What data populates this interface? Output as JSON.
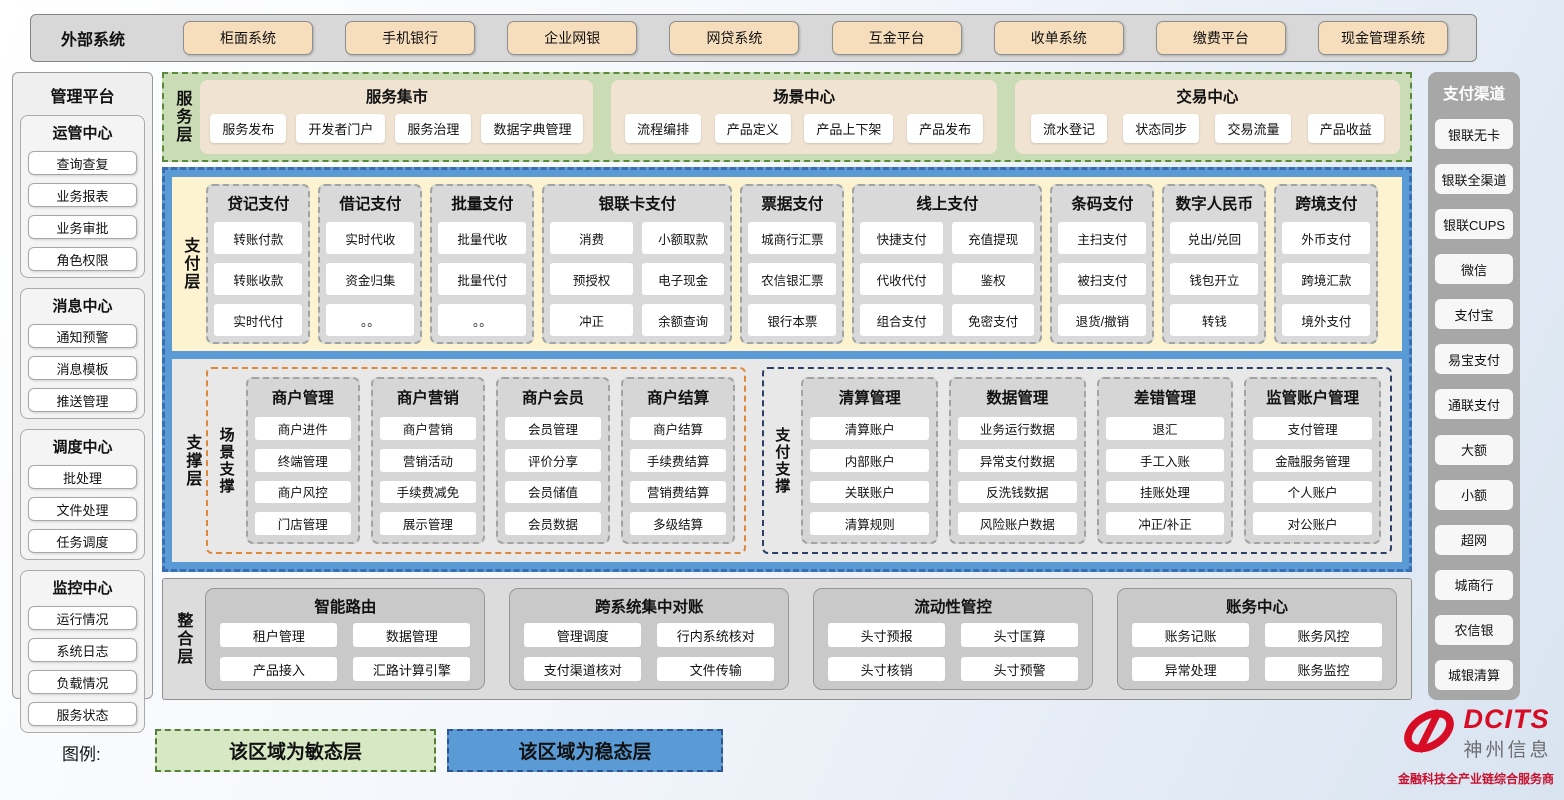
{
  "external_systems": {
    "label": "外部系统",
    "items": [
      "柜面系统",
      "手机银行",
      "企业网银",
      "网贷系统",
      "互金平台",
      "收单系统",
      "缴费平台",
      "现金管理系统"
    ]
  },
  "management_platform": {
    "title": "管理平台",
    "sections": [
      {
        "title": "运管中心",
        "items": [
          "查询查复",
          "业务报表",
          "业务审批",
          "角色权限"
        ]
      },
      {
        "title": "消息中心",
        "items": [
          "通知预警",
          "消息模板",
          "推送管理"
        ]
      },
      {
        "title": "调度中心",
        "items": [
          "批处理",
          "文件处理",
          "任务调度"
        ]
      },
      {
        "title": "监控中心",
        "items": [
          "运行情况",
          "系统日志",
          "负载情况",
          "服务状态"
        ]
      }
    ]
  },
  "service_layer": {
    "label": "服务层",
    "groups": [
      {
        "title": "服务集市",
        "items": [
          "服务发布",
          "开发者门户",
          "服务治理",
          "数据字典管理"
        ]
      },
      {
        "title": "场景中心",
        "items": [
          "流程编排",
          "产品定义",
          "产品上下架",
          "产品发布"
        ]
      },
      {
        "title": "交易中心",
        "items": [
          "流水登记",
          "状态同步",
          "交易流量",
          "产品收益"
        ]
      }
    ]
  },
  "payment_layer": {
    "label": "支付层",
    "columns": [
      {
        "title": "贷记支付",
        "cols": 1,
        "items": [
          "转账付款",
          "转账收款",
          "实时代付"
        ]
      },
      {
        "title": "借记支付",
        "cols": 1,
        "items": [
          "实时代收",
          "资金归集",
          "。。"
        ]
      },
      {
        "title": "批量支付",
        "cols": 1,
        "items": [
          "批量代收",
          "批量代付",
          "。。"
        ]
      },
      {
        "title": "银联卡支付",
        "cols": 2,
        "items": [
          "消费",
          "小额取款",
          "预授权",
          "电子现金",
          "冲正",
          "余额查询"
        ]
      },
      {
        "title": "票据支付",
        "cols": 1,
        "items": [
          "城商行汇票",
          "农信银汇票",
          "银行本票"
        ]
      },
      {
        "title": "线上支付",
        "cols": 2,
        "items": [
          "快捷支付",
          "充值提现",
          "代收代付",
          "鉴权",
          "组合支付",
          "免密支付"
        ]
      },
      {
        "title": "条码支付",
        "cols": 1,
        "items": [
          "主扫支付",
          "被扫支付",
          "退货/撤销"
        ]
      },
      {
        "title": "数字人民币",
        "cols": 1,
        "items": [
          "兑出/兑回",
          "钱包开立",
          "转钱"
        ]
      },
      {
        "title": "跨境支付",
        "cols": 1,
        "items": [
          "外币支付",
          "跨境汇款",
          "境外支付"
        ]
      }
    ]
  },
  "support_layer": {
    "label": "支撑层",
    "regions": [
      {
        "label": "场景支撑",
        "accent": "orange",
        "columns": [
          {
            "title": "商户管理",
            "items": [
              "商户进件",
              "终端管理",
              "商户风控",
              "门店管理"
            ]
          },
          {
            "title": "商户营销",
            "items": [
              "商户营销",
              "营销活动",
              "手续费减免",
              "展示管理"
            ]
          },
          {
            "title": "商户会员",
            "items": [
              "会员管理",
              "评价分享",
              "会员储值",
              "会员数据"
            ]
          },
          {
            "title": "商户结算",
            "items": [
              "商户结算",
              "手续费结算",
              "营销费结算",
              "多级结算"
            ]
          }
        ]
      },
      {
        "label": "支付支撑",
        "accent": "navy",
        "columns": [
          {
            "title": "清算管理",
            "items": [
              "清算账户",
              "内部账户",
              "关联账户",
              "清算规则"
            ]
          },
          {
            "title": "数据管理",
            "items": [
              "业务运行数据",
              "异常支付数据",
              "反洗钱数据",
              "风险账户数据"
            ]
          },
          {
            "title": "差错管理",
            "items": [
              "退汇",
              "手工入账",
              "挂账处理",
              "冲正/补正"
            ]
          },
          {
            "title": "监管账户管理",
            "items": [
              "支付管理",
              "金融服务管理",
              "个人账户",
              "对公账户"
            ]
          }
        ]
      }
    ]
  },
  "integration_layer": {
    "label": "整合层",
    "groups": [
      {
        "title": "智能路由",
        "items": [
          "租户管理",
          "数据管理",
          "产品接入",
          "汇路计算引擎"
        ]
      },
      {
        "title": "跨系统集中对账",
        "items": [
          "管理调度",
          "行内系统核对",
          "支付渠道核对",
          "文件传输"
        ]
      },
      {
        "title": "流动性管控",
        "items": [
          "头寸预报",
          "头寸匡算",
          "头寸核销",
          "头寸预警"
        ]
      },
      {
        "title": "账务中心",
        "items": [
          "账务记账",
          "账务风控",
          "异常处理",
          "账务监控"
        ]
      }
    ]
  },
  "payment_channels": {
    "title": "支付渠道",
    "items": [
      "银联无卡",
      "银联全渠道",
      "银联CUPS",
      "微信",
      "支付宝",
      "易宝支付",
      "通联支付",
      "大额",
      "小额",
      "超网",
      "城商行",
      "农信银",
      "城银清算"
    ]
  },
  "legend": {
    "label": "图例:",
    "agile": "该区域为敏态层",
    "stable": "该区域为稳态层"
  },
  "logo": {
    "name": "DCITS",
    "cn": "神州信息",
    "tagline": "金融科技全产业链综合服务商"
  },
  "colors": {
    "stable_blue": "#5b9bd5",
    "agile_green": "#c9dcb6",
    "payment_cream": "#fdf3d0",
    "external_tan": "#f6debc",
    "module_gray": "#d9d9d9",
    "scene_accent_orange": "#e0883a",
    "payment_accent_navy": "#2c3f66",
    "logo_red": "#d70c25"
  }
}
